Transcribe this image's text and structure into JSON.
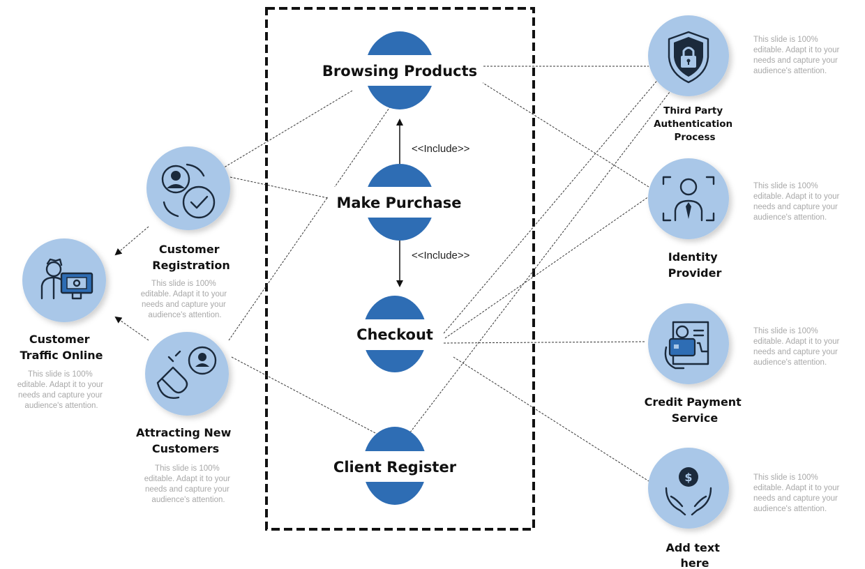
{
  "colors": {
    "circle_fill": "#a9c7e8",
    "usecase_blue": "#2e6db4",
    "dark_icon": "#1b2a3c",
    "text": "#111111",
    "description": "#a8a8a8"
  },
  "use_cases": {
    "browsing_products": "Browsing Products",
    "make_purchase": "Make Purchase",
    "checkout": "Checkout",
    "client_register": "Client Register"
  },
  "relations": {
    "include_1": "<<Include>>",
    "include_2": "<<Include>>"
  },
  "actors": {
    "customer_registration": {
      "title_lines": [
        "Customer",
        "Registration"
      ],
      "desc_lines": [
        "This slide is 100%",
        "editable. Adapt it to your",
        "needs and capture your",
        "audience's attention."
      ],
      "icon": "user-check-icon"
    },
    "customer_traffic": {
      "title_lines": [
        "Customer",
        "Traffic Online"
      ],
      "desc_lines": [
        "This slide is 100%",
        "editable. Adapt it to your",
        "needs and capture your",
        "audience's attention."
      ],
      "icon": "computer-user-icon"
    },
    "attracting_customers": {
      "title_lines": [
        "Attracting New",
        "Customers"
      ],
      "desc_lines": [
        "This slide is 100%",
        "editable. Adapt it to your",
        "needs and capture your",
        "audience's attention."
      ],
      "icon": "magnet-icon"
    },
    "third_party_auth": {
      "title_lines": [
        "Third Party",
        "Authentication",
        "Process"
      ],
      "desc_lines": [
        "This slide is 100%",
        "editable. Adapt it to your",
        "needs and capture your",
        "audience's attention."
      ],
      "icon": "shield-lock-icon"
    },
    "identity_provider": {
      "title_lines": [
        "Identity",
        "Provider"
      ],
      "desc_lines": [
        "This slide is 100%",
        "editable. Adapt it to your",
        "needs and capture your",
        "audience's attention."
      ],
      "icon": "face-scan-icon"
    },
    "credit_payment": {
      "title_lines": [
        "Credit Payment",
        "Service"
      ],
      "desc_lines": [
        "This slide is 100%",
        "editable. Adapt it to your",
        "needs and capture your",
        "audience's attention."
      ],
      "icon": "card-payment-icon"
    },
    "add_text": {
      "title_lines": [
        "Add text",
        "here"
      ],
      "desc_lines": [
        "This slide is 100%",
        "editable. Adapt it to your",
        "needs and capture your",
        "audience's attention."
      ],
      "icon": "hands-dollar-icon"
    }
  }
}
